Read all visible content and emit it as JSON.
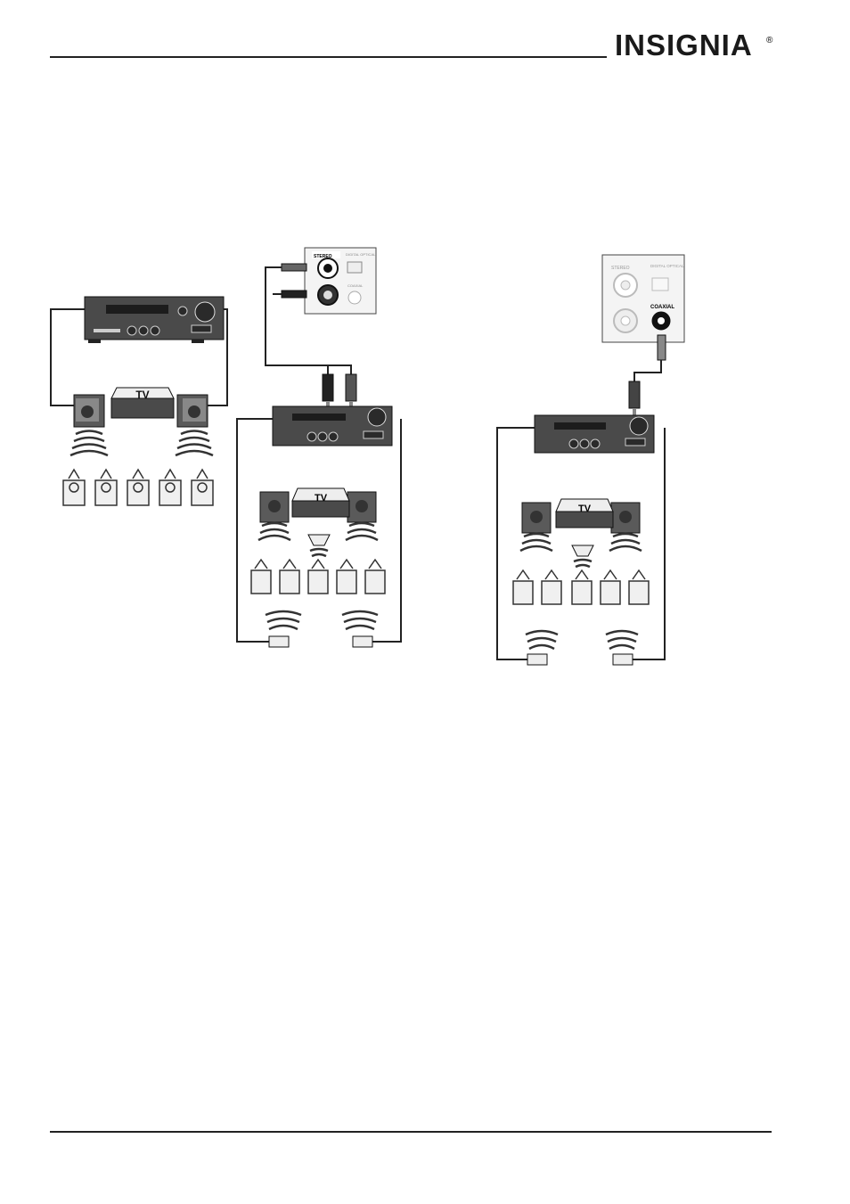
{
  "header": {
    "brand": "INSIGNIA",
    "registered_mark": "®"
  },
  "figure_left": {
    "tv_label": "TV"
  },
  "figure_middle": {
    "jack_stereo_label": "STEREO",
    "jack_digital_optical_label": "DIGITAL OPTICAL",
    "jack_coaxial_label": "COAXIAL",
    "tv_label": "TV"
  },
  "figure_right": {
    "jack_stereo_label": "STEREO",
    "jack_digital_optical_label": "DIGITAL OPTICAL",
    "jack_coaxial_label": "COAXIAL",
    "tv_label": "TV"
  },
  "colors": {
    "line": "#222222",
    "device_fill": "#4a4a4a",
    "panel_fill": "#f4f4f4"
  }
}
